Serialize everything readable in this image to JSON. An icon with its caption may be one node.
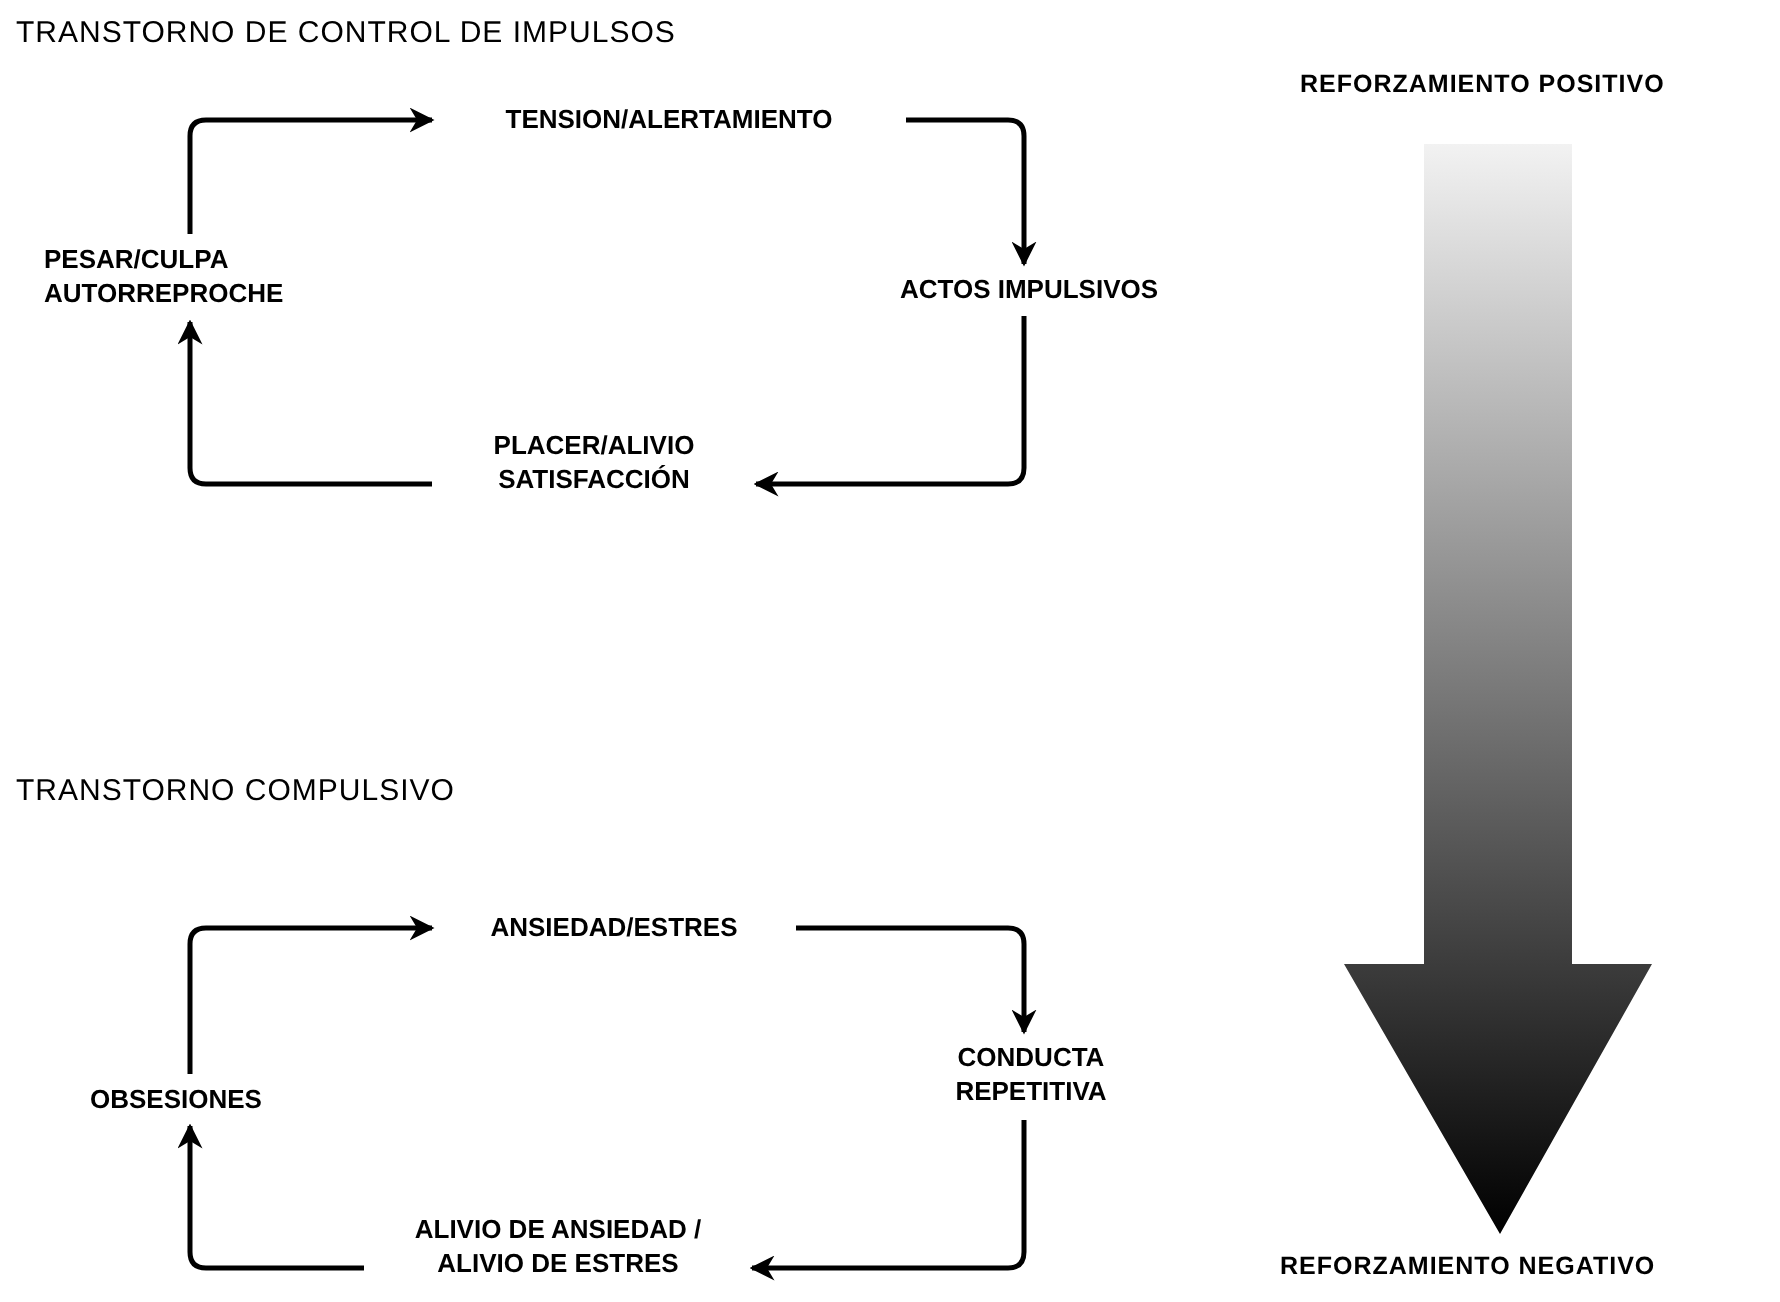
{
  "diagram": {
    "nodes": [
      {
        "text": [
          "TENSION/ALERTAMIENTO"
        ]
      },
      {
        "text": [
          "ACTOS IMPULSIVOS"
        ]
      },
      {
        "text": [
          "PLACER/ALIVIO SATISFACCIÓN"
        ]
      },
      {
        "text": [
          "PESAR/CULPA AUTORREPROCHE"
        ]
      },
      {
        "text": [
          "ANSIEDAD/ESTRES"
        ]
      },
      {
        "text": [
          "CONDUCTA REPETITIVA"
        ]
      },
      {
        "text": [
          "ALIVIO DE ANSIEDAD / ALIVIO DE ESTRES"
        ]
      },
      {
        "text": [
          "OBSESIONES"
        ]
      }
    ],
    "edges": [
      {
        "from": 3,
        "to": 0,
        "arrow": "to"
      },
      {
        "from": 0,
        "to": 1,
        "arrow": "to"
      },
      {
        "from": 1,
        "to": 2,
        "arrow": "to"
      },
      {
        "from": 2,
        "to": 3,
        "arrow": "to"
      },
      {
        "from": 7,
        "to": 4,
        "arrow": "to"
      },
      {
        "from": 4,
        "to": 5,
        "arrow": "to"
      },
      {
        "from": 5,
        "to": 6,
        "arrow": "to"
      },
      {
        "from": 6,
        "to": 7,
        "arrow": "to"
      }
    ],
    "labels": [
      "TRANSTORNO DE CONTROL DE IMPULSOS",
      "REFORZAMIENTO POSITIVO",
      "TRANSTORNO COMPULSIVO",
      "REFORZAMIENTO NEGATIVO"
    ]
  }
}
